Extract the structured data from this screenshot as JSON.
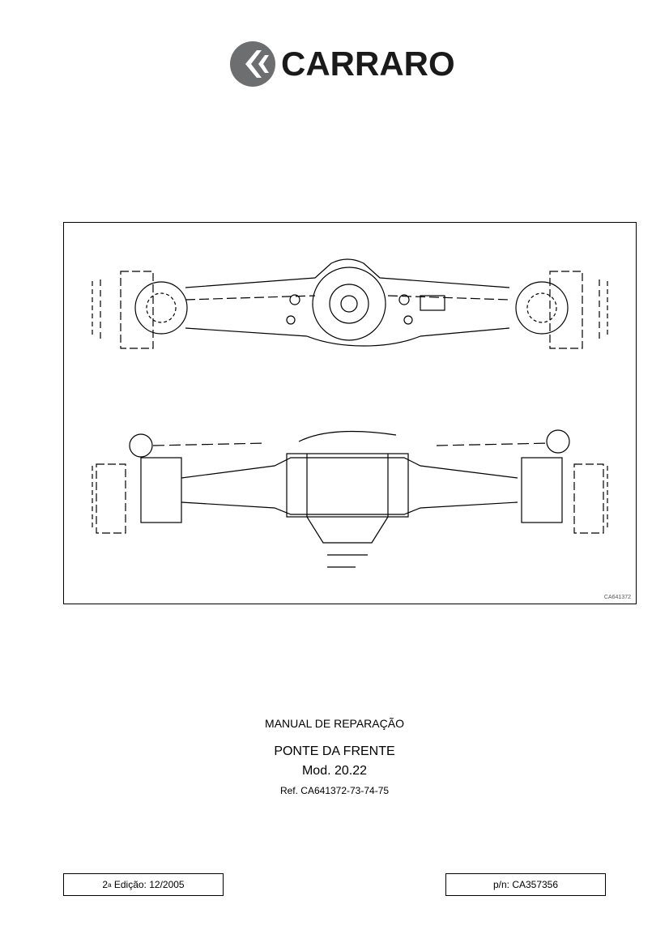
{
  "brand": {
    "name": "CARRARO",
    "color": "#6d6e70",
    "text_color": "#1a1a1a"
  },
  "figure": {
    "code": "CA641372"
  },
  "document": {
    "manual_title": "MANUAL DE REPARAÇÃO",
    "subject": "PONTE DA FRENTE",
    "model": "Mod. 20.22",
    "ref": "Ref. CA641372-73-74-75"
  },
  "footer": {
    "edition_number": "2",
    "edition_superscript": "a",
    "edition_text": " Edição: 12/2005",
    "part_number": "p/n: CA357356"
  }
}
